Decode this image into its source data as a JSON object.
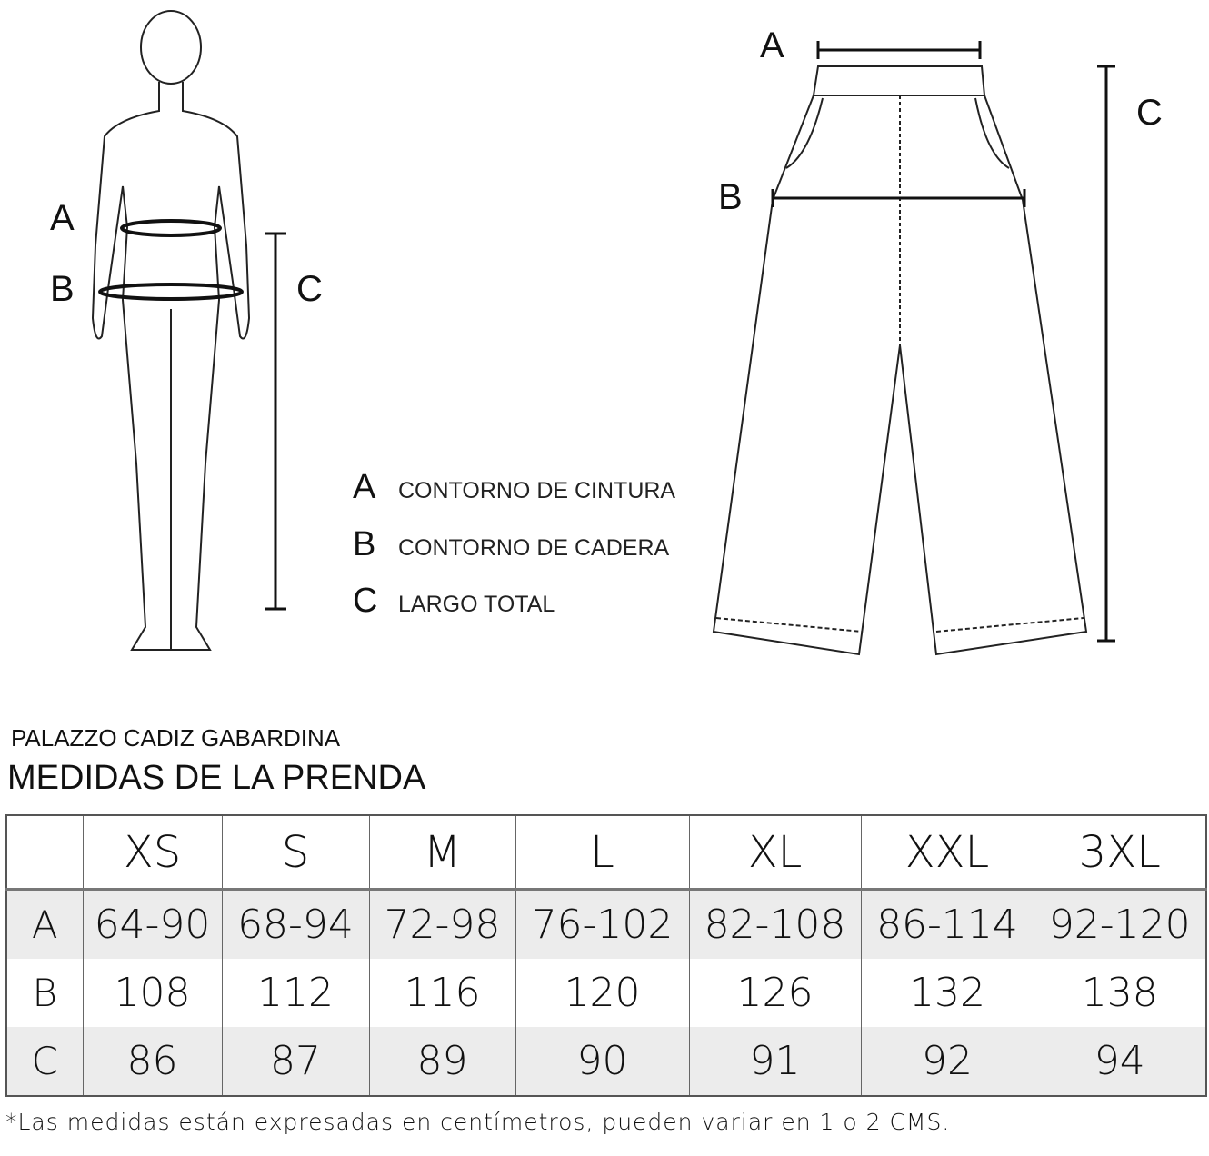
{
  "figure_labels": {
    "a": "A",
    "b": "B",
    "c": "C"
  },
  "legend": [
    {
      "key": "A",
      "text": "CONTORNO DE CINTURA"
    },
    {
      "key": "B",
      "text": "CONTORNO DE CADERA"
    },
    {
      "key": "C",
      "text": "LARGO TOTAL"
    }
  ],
  "product_name": "PALAZZO CADIZ GABARDINA",
  "section_title": "MEDIDAS DE LA PRENDA",
  "table": {
    "sizes": [
      "XS",
      "S",
      "M",
      "L",
      "XL",
      "XXL",
      "3XL"
    ],
    "rows": [
      {
        "key": "A",
        "values": [
          "64-90",
          "68-94",
          "72-98",
          "76-102",
          "82-108",
          "86-114",
          "92-120"
        ]
      },
      {
        "key": "B",
        "values": [
          "108",
          "112",
          "116",
          "120",
          "126",
          "132",
          "138"
        ]
      },
      {
        "key": "C",
        "values": [
          "86",
          "87",
          "89",
          "90",
          "91",
          "92",
          "94"
        ]
      }
    ]
  },
  "footnote": "*Las medidas están expresadas en centímetros, pueden variar en 1 o 2 CMS."
}
